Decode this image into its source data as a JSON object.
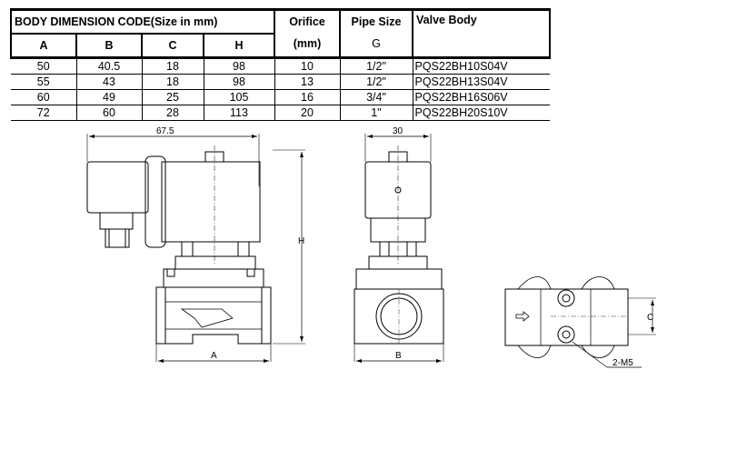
{
  "table": {
    "title": "BODY DIMENSION CODE(Size in mm)",
    "col_a": "A",
    "col_b": "B",
    "col_c": "C",
    "col_h": "H",
    "orifice": "Orifice",
    "orifice_unit": "(mm)",
    "pipe_size": "Pipe Size",
    "pipe_unit": "G",
    "valve_body": "Valve Body",
    "rows": [
      {
        "a": "50",
        "b": "40.5",
        "c": "18",
        "h": "98",
        "orifice": "10",
        "pipe": "1/2\"",
        "model": "PQS22BH10S04V"
      },
      {
        "a": "55",
        "b": "43",
        "c": "18",
        "h": "98",
        "orifice": "13",
        "pipe": "1/2\"",
        "model": "PQS22BH13S04V"
      },
      {
        "a": "60",
        "b": "49",
        "c": "25",
        "h": "105",
        "orifice": "16",
        "pipe": "3/4\"",
        "model": "PQS22BH16S06V"
      },
      {
        "a": "72",
        "b": "60",
        "c": "28",
        "h": "113",
        "orifice": "20",
        "pipe": "1\"",
        "model": "PQS22BH20S10V"
      }
    ]
  },
  "drawing": {
    "dim_width": "67.5",
    "dim_depth": "30",
    "label_h": "H",
    "label_a": "A",
    "label_b": "B",
    "label_c": "C",
    "label_screws": "2-M5"
  },
  "colors": {
    "line": "#000000",
    "paper": "#ffffff"
  }
}
